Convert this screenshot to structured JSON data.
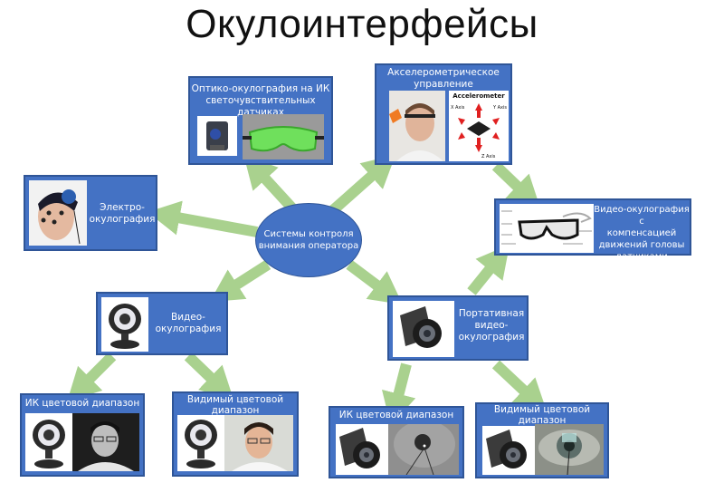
{
  "title": "Окулоинтерфейсы",
  "colors": {
    "box": "#4472c4",
    "box_border": "#2f5597",
    "arrow": "#a9d18e",
    "text": "#ffffff"
  },
  "center": {
    "label_line1": "Системы контроля",
    "label_line2": "внимания оператора"
  },
  "nodes": {
    "ir_optical": {
      "line1": "Оптико-окулография на ИК",
      "line2": "светочувствительных датчиках"
    },
    "accelerometer": {
      "line1": "Акселерометрическое",
      "line2": "управление",
      "figure_title": "Accelerometer",
      "axis_x": "X Axis",
      "axis_y": "Y Axis",
      "axis_z": "Z Axis"
    },
    "electro": {
      "line1": "Электро-",
      "line2": "окулография"
    },
    "video_head": {
      "line1": "Видео-окулография с",
      "line2": "компенсацией",
      "line3": "движений головы",
      "line4": "датчиками положения"
    },
    "video": {
      "line1": "Видео-",
      "line2": "окулография"
    },
    "portable": {
      "line1": "Портативная",
      "line2": "видео-",
      "line3": "окулография"
    },
    "video_ir": {
      "label": "ИК цветовой диапазон"
    },
    "video_visible": {
      "line1": "Видимый цветовой",
      "line2": "диапазон"
    },
    "portable_ir": {
      "label": "ИК цветовой диапазон"
    },
    "portable_visible": {
      "line1": "Видимый цветовой",
      "line2": "диапазон"
    }
  }
}
